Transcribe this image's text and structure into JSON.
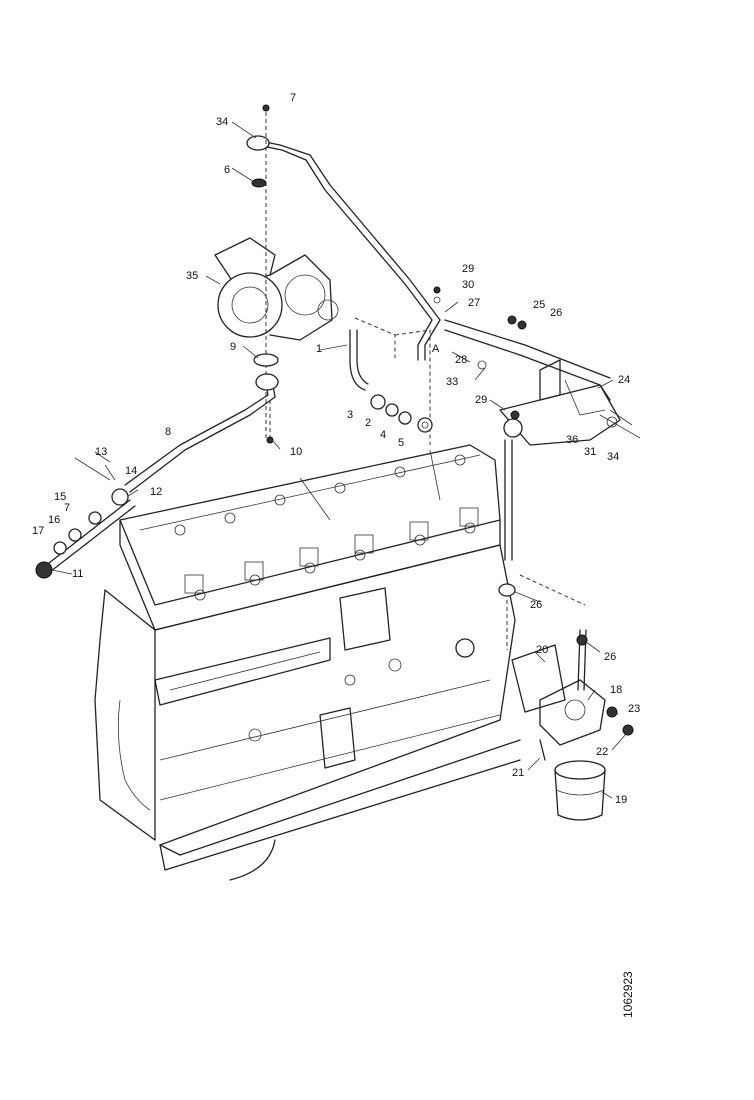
{
  "drawing_number": "1062923",
  "callouts": [
    {
      "id": "c7a",
      "label": "7"
    },
    {
      "id": "c34a",
      "label": "34"
    },
    {
      "id": "c6",
      "label": "6"
    },
    {
      "id": "c35",
      "label": "35"
    },
    {
      "id": "c9",
      "label": "9"
    },
    {
      "id": "c8",
      "label": "8"
    },
    {
      "id": "c10",
      "label": "10"
    },
    {
      "id": "c13",
      "label": "13"
    },
    {
      "id": "c14",
      "label": "14"
    },
    {
      "id": "c12",
      "label": "12"
    },
    {
      "id": "c15",
      "label": "15"
    },
    {
      "id": "c7b",
      "label": "7"
    },
    {
      "id": "c16",
      "label": "16"
    },
    {
      "id": "c17",
      "label": "17"
    },
    {
      "id": "c11",
      "label": "11"
    },
    {
      "id": "c1",
      "label": "1"
    },
    {
      "id": "c3",
      "label": "3"
    },
    {
      "id": "c2",
      "label": "2"
    },
    {
      "id": "c4",
      "label": "4"
    },
    {
      "id": "c5",
      "label": "5"
    },
    {
      "id": "c29",
      "label": "29"
    },
    {
      "id": "c30",
      "label": "30"
    },
    {
      "id": "c27",
      "label": "27"
    },
    {
      "id": "c25",
      "label": "25"
    },
    {
      "id": "c26a",
      "label": "26"
    },
    {
      "id": "cA",
      "label": "A"
    },
    {
      "id": "c28",
      "label": "28"
    },
    {
      "id": "c33",
      "label": "33"
    },
    {
      "id": "c24",
      "label": "24"
    },
    {
      "id": "c29b",
      "label": "29"
    },
    {
      "id": "c36",
      "label": "36"
    },
    {
      "id": "c31",
      "label": "31"
    },
    {
      "id": "c34b",
      "label": "34"
    },
    {
      "id": "c26b",
      "label": "26"
    },
    {
      "id": "c26c",
      "label": "26"
    },
    {
      "id": "c20",
      "label": "20"
    },
    {
      "id": "c18",
      "label": "18"
    },
    {
      "id": "c23",
      "label": "23"
    },
    {
      "id": "c22",
      "label": "22"
    },
    {
      "id": "c21",
      "label": "21"
    },
    {
      "id": "c19",
      "label": "19"
    }
  ]
}
